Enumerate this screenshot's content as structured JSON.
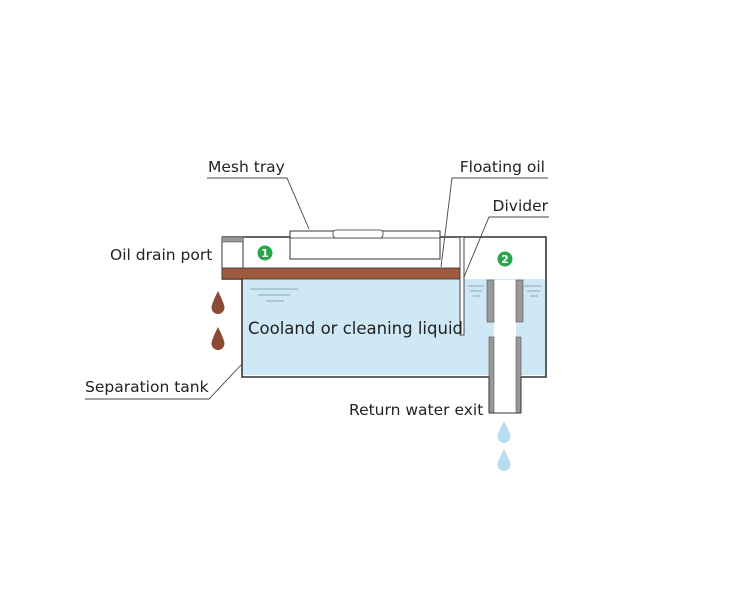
{
  "labels": {
    "mesh_tray": "Mesh tray",
    "floating_oil": "Floating oil",
    "divider": "Divider",
    "oil_drain_port": "Oil drain port",
    "liquid": "Cooland or cleaning liquid",
    "separation_tank": "Separation tank",
    "return_water_exit": "Return water exit"
  },
  "markers": {
    "one": "1",
    "two": "2"
  },
  "colors": {
    "liquid": "#cfe8f5",
    "oil": "#9c5b3f",
    "oil_drop": "#8a4a33",
    "water_drop": "#b8dcef",
    "marker": "#2aa54a",
    "outline": "#333333",
    "leader": "#444444"
  }
}
